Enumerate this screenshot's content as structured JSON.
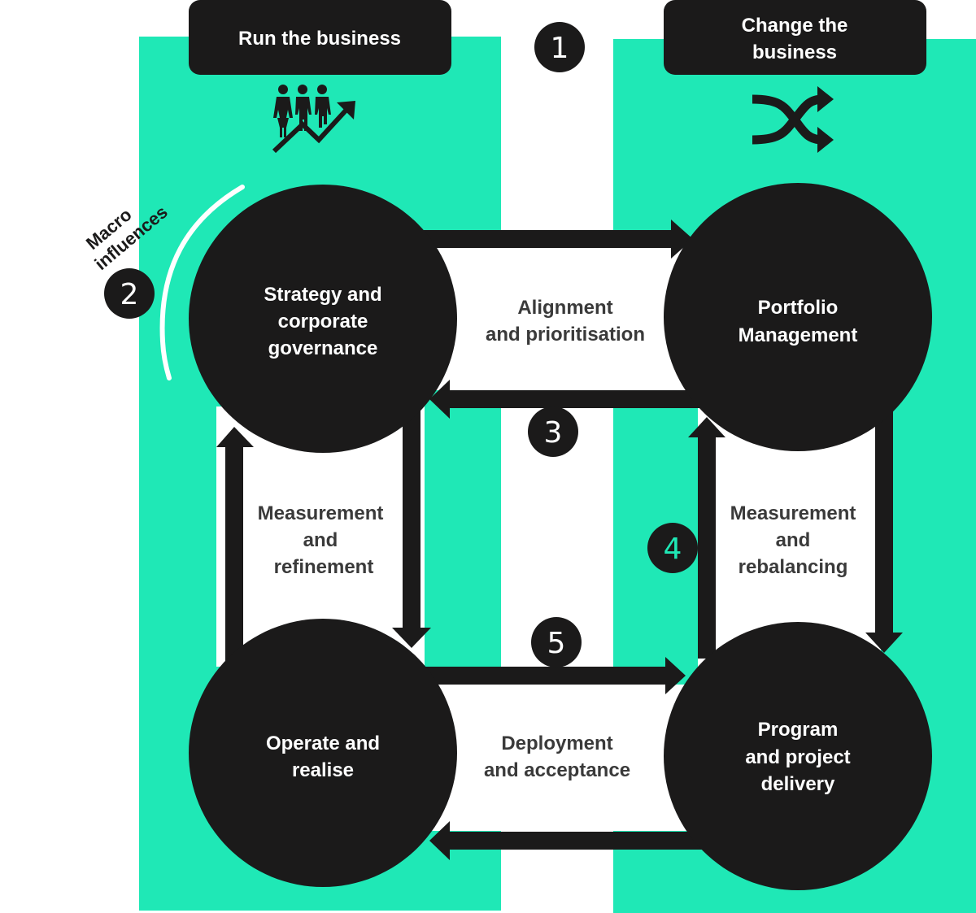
{
  "colors": {
    "teal": "#1fe8b6",
    "dark": "#1b1a1a",
    "white": "#ffffff",
    "label_text": "#3a3a3a",
    "number_4": "#1fe8b6"
  },
  "columns": {
    "left": {
      "header": "Run the business",
      "icon": "people-growth-icon"
    },
    "right": {
      "header_line1": "Change the",
      "header_line2": "business",
      "icon": "shuffle-icon"
    }
  },
  "side_note": {
    "line1": "Macro",
    "line2": "influences"
  },
  "nodes": {
    "strategy": {
      "lines": [
        "Strategy and",
        "corporate",
        "governance"
      ]
    },
    "portfolio": {
      "lines": [
        "Portfolio",
        "Management"
      ]
    },
    "operate": {
      "lines": [
        "Operate and",
        "realise"
      ]
    },
    "delivery": {
      "lines": [
        "Program",
        "and project",
        "delivery"
      ]
    }
  },
  "flows": {
    "top": {
      "lines": [
        "Alignment",
        "and prioritisation"
      ]
    },
    "left": {
      "lines": [
        "Measurement",
        "and",
        "refinement"
      ]
    },
    "right": {
      "lines": [
        "Measurement",
        "and",
        "rebalancing"
      ]
    },
    "bottom": {
      "lines": [
        "Deployment",
        "and acceptance"
      ]
    }
  },
  "markers": [
    "1",
    "2",
    "3",
    "4",
    "5"
  ]
}
